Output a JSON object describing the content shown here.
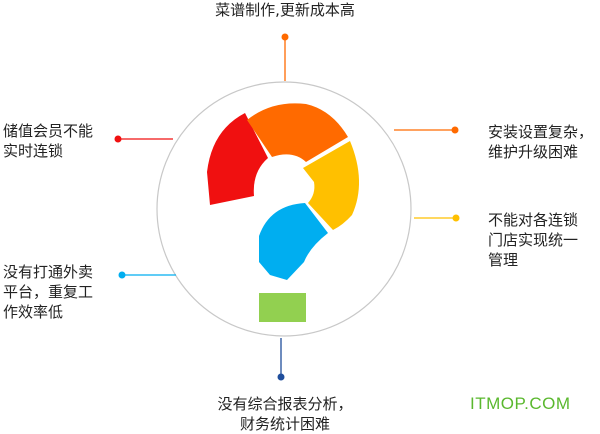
{
  "labels": {
    "top": "菜谱制作,更新成本高",
    "left_top": "储值会员不能\n实时连锁",
    "right_top": "安装设置复杂，\n维护升级困难",
    "right_mid": "不能对各连锁\n门店实现统一\n管理",
    "left_bottom": "没有打通外卖\n平台，重复工\n作效率低",
    "bottom": "没有综合报表分析，\n财务统计困难"
  },
  "watermark": "ITMOP.COM",
  "colors": {
    "red": "#f01010",
    "orange": "#ff6a00",
    "yellow": "#ffc000",
    "blue": "#00aef0",
    "green": "#92d050",
    "circle": "#c8c8c8",
    "watermark": "#5ab82e"
  }
}
